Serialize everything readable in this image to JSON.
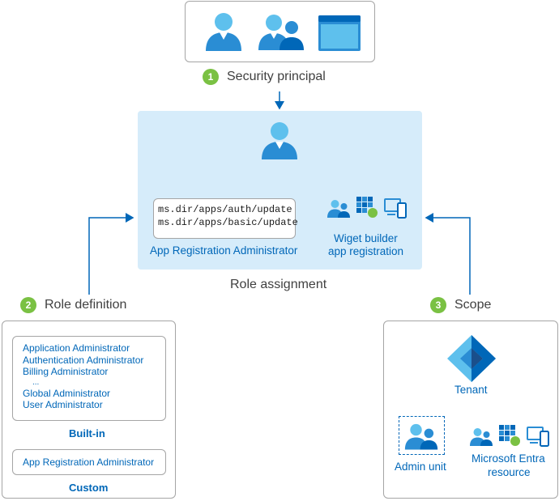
{
  "security_principal": {
    "number": "1",
    "label": "Security principal",
    "icons": [
      "user-icon",
      "group-icon",
      "app-window-icon"
    ]
  },
  "role_assignment": {
    "label": "Role assignment",
    "principal_icon": "user-icon",
    "permissions": [
      "ms.dir/apps/auth/update",
      "ms.dir/apps/basic/update"
    ],
    "role_name": "App Registration Administrator",
    "scope_name_line1": "Wiget builder",
    "scope_name_line2": "app registration",
    "scope_icons": [
      "group-icon",
      "grid-app-icon",
      "devices-icon"
    ]
  },
  "role_definition": {
    "number": "2",
    "label": "Role definition",
    "builtin_roles": [
      "Application Administrator",
      "Authentication Administrator",
      "Billing Administrator",
      "...",
      "Global Administrator",
      "User Administrator"
    ],
    "builtin_label": "Built-in",
    "custom_roles": [
      "App Registration Administrator"
    ],
    "custom_label": "Custom"
  },
  "scope": {
    "number": "3",
    "label": "Scope",
    "tenant_label": "Tenant",
    "tenant_icon": "entra-diamond-icon",
    "admin_unit_label": "Admin unit",
    "resource_label_line1": "Microsoft Entra",
    "resource_label_line2": "resource",
    "resource_icons": [
      "group-icon",
      "grid-app-icon",
      "devices-icon"
    ]
  },
  "colors": {
    "connector": "#0067b8",
    "badge": "#7ac143",
    "panel": "#d6ecfa",
    "icon_blue": "#2a8dd4",
    "icon_light": "#5ec0ed"
  }
}
